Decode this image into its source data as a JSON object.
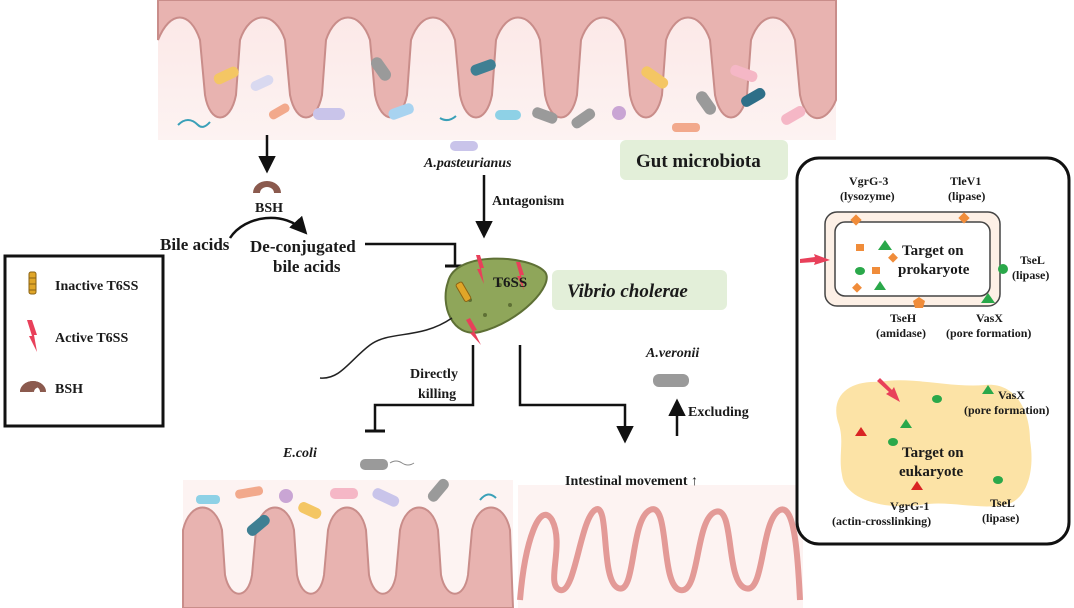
{
  "legend": {
    "inactive_t6ss": "Inactive T6SS",
    "active_t6ss": "Active T6SS",
    "bsh": "BSH"
  },
  "center": {
    "bsh": "BSH",
    "bile_acids": "Bile acids",
    "deconjugated_line1": "De-conjugated",
    "deconjugated_line2": "bile acids",
    "a_pasteurianus": "A.pasteurianus",
    "antagonism": "Antagonism",
    "gut_microbiota": "Gut microbiota",
    "t6ss": "T6SS",
    "vibrio_cholerae": "Vibrio cholerae",
    "directly_line1": "Directly",
    "directly_line2": "killing",
    "e_coli": "E.coli",
    "a_veronii": "A.veronii",
    "excluding": "Excluding",
    "intestinal_movement": "Intestinal movement ↑"
  },
  "right_panel": {
    "prokaryote_line1": "Target on",
    "prokaryote_line2": "prokaryote",
    "vgrg3": "VgrG-3",
    "vgrg3_sub": "(lysozyme)",
    "tlev1": "TleV1",
    "tlev1_sub": "(lipase)",
    "tsel_top": "TseL",
    "tsel_top_sub": "(lipase)",
    "tseh": "TseH",
    "tseh_sub": "(amidase)",
    "vasx_top": "VasX",
    "vasx_top_sub": "(pore formation)",
    "vasx_bottom": "VasX",
    "vasx_bottom_sub": "(pore formation)",
    "eukaryote_line1": "Target on",
    "eukaryote_line2": "eukaryote",
    "vgrg1": "VgrG-1",
    "vgrg1_sub": "(actin-crosslinking)",
    "tsel_bottom": "TseL",
    "tsel_bottom_sub": "(lipase)"
  },
  "colors": {
    "tissue_fill": "#e8b3b0",
    "tissue_edge": "#c98d8a",
    "label_bg": "#e3efd9",
    "bacterium": "#8fa65a",
    "active_t6ss": "#e8405a",
    "inactive_t6ss": "#e0a628",
    "bsh": "#8b5a4e",
    "eukaryote": "#fce3a6",
    "orange_marker": "#f08c3a",
    "green_marker": "#2aa84a",
    "red_marker": "#d92424"
  }
}
